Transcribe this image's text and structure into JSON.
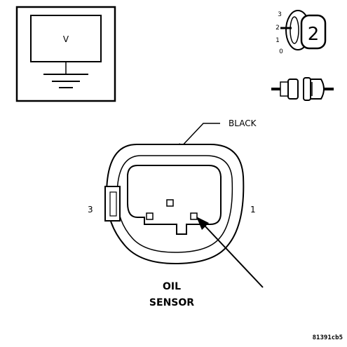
{
  "meter": {
    "unit_label": "V"
  },
  "ignition": {
    "positions": [
      "3",
      "2",
      "1",
      "0"
    ],
    "selected": "2"
  },
  "connector": {
    "color_label": "BLACK",
    "pin_left": "3",
    "pin_right": "1",
    "name_line1": "OIL",
    "name_line2": "SENSOR"
  },
  "figure_id": "81391cb5",
  "colors": {
    "ink": "#000000",
    "paper": "#ffffff"
  }
}
